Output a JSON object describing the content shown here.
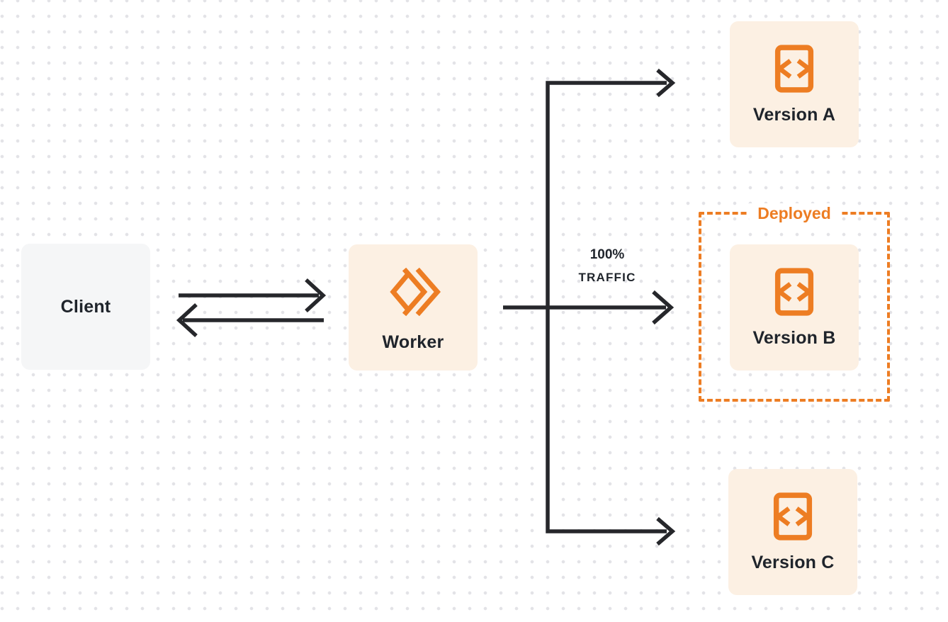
{
  "colors": {
    "accent_orange": "#ED7D23",
    "arrow_dark": "#26272B",
    "worker_box_cream": "#FCF0E3",
    "client_box_gray": "#F5F6F7",
    "text_dark": "#1F242B",
    "background_dot": "#E3E3E7"
  },
  "nodes": {
    "client": {
      "label": "Client"
    },
    "worker": {
      "label": "Worker",
      "icon": "workers-chevrons-icon"
    },
    "version_a": {
      "label": "Version A",
      "icon": "code-file-icon"
    },
    "version_b": {
      "label": "Version B",
      "icon": "code-file-icon"
    },
    "version_c": {
      "label": "Version C",
      "icon": "code-file-icon"
    }
  },
  "groups": {
    "deployed": {
      "label": "Deployed"
    }
  },
  "edges": {
    "traffic_label_line1": "100%",
    "traffic_label_line2": "TRAFFIC"
  }
}
